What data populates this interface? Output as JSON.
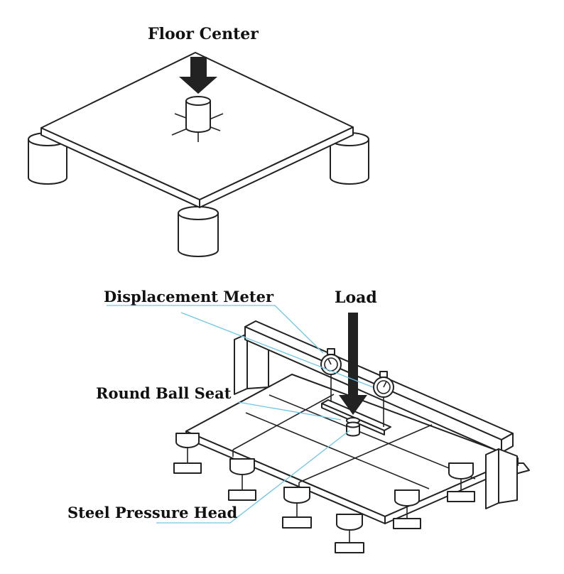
{
  "labels": {
    "floor_center": "Floor Center",
    "displacement_meter": "Displacement Meter",
    "load": "Load",
    "round_ball_seat": "Round Ball Seat",
    "steel_pressure_head": "Steel Pressure Head"
  },
  "colors": {
    "line": "#222222",
    "leader": "#6ec6e6",
    "background": "#ffffff"
  }
}
